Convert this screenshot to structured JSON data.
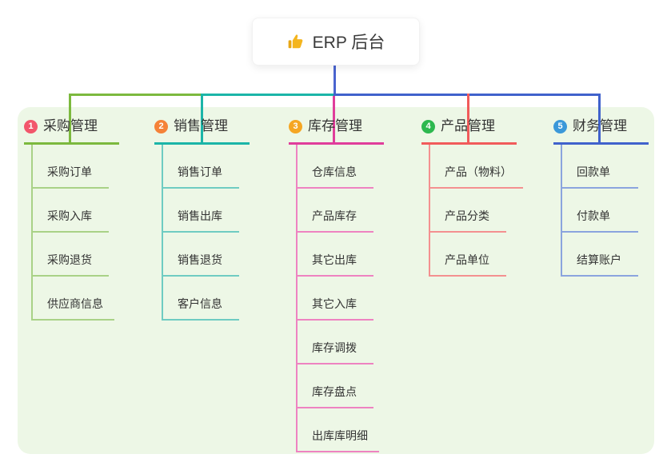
{
  "root": {
    "label": "ERP 后台",
    "icon": "thumbs-up"
  },
  "panel": {
    "background": "#edf7e6"
  },
  "connector": {
    "root_color": "#4a64cf"
  },
  "branches": [
    {
      "badge": "1",
      "title": "采购管理",
      "badge_color": "#f2566b",
      "line_color": "#7cb93e",
      "child_line_color": "#a9d287",
      "children": [
        "采购订单",
        "采购入库",
        "采购退货",
        "供应商信息"
      ]
    },
    {
      "badge": "2",
      "title": "销售管理",
      "badge_color": "#f58238",
      "line_color": "#1bb5a8",
      "child_line_color": "#6fccc2",
      "children": [
        "销售订单",
        "销售出库",
        "销售退货",
        "客户信息"
      ]
    },
    {
      "badge": "3",
      "title": "库存管理",
      "badge_color": "#f5a623",
      "line_color": "#e03d9b",
      "child_line_color": "#ee83c1",
      "children": [
        "仓库信息",
        "产品库存",
        "其它出库",
        "其它入库",
        "库存调拨",
        "库存盘点",
        "出库库明细"
      ]
    },
    {
      "badge": "4",
      "title": "产品管理",
      "badge_color": "#2db84f",
      "line_color": "#f15b5b",
      "child_line_color": "#f49090",
      "children": [
        "产品（物料）",
        "产品分类",
        "产品单位"
      ]
    },
    {
      "badge": "5",
      "title": "财务管理",
      "badge_color": "#3b98d9",
      "line_color": "#4062cc",
      "child_line_color": "#8ba4de",
      "children": [
        "回款单",
        "付款单",
        "结算账户"
      ]
    }
  ]
}
